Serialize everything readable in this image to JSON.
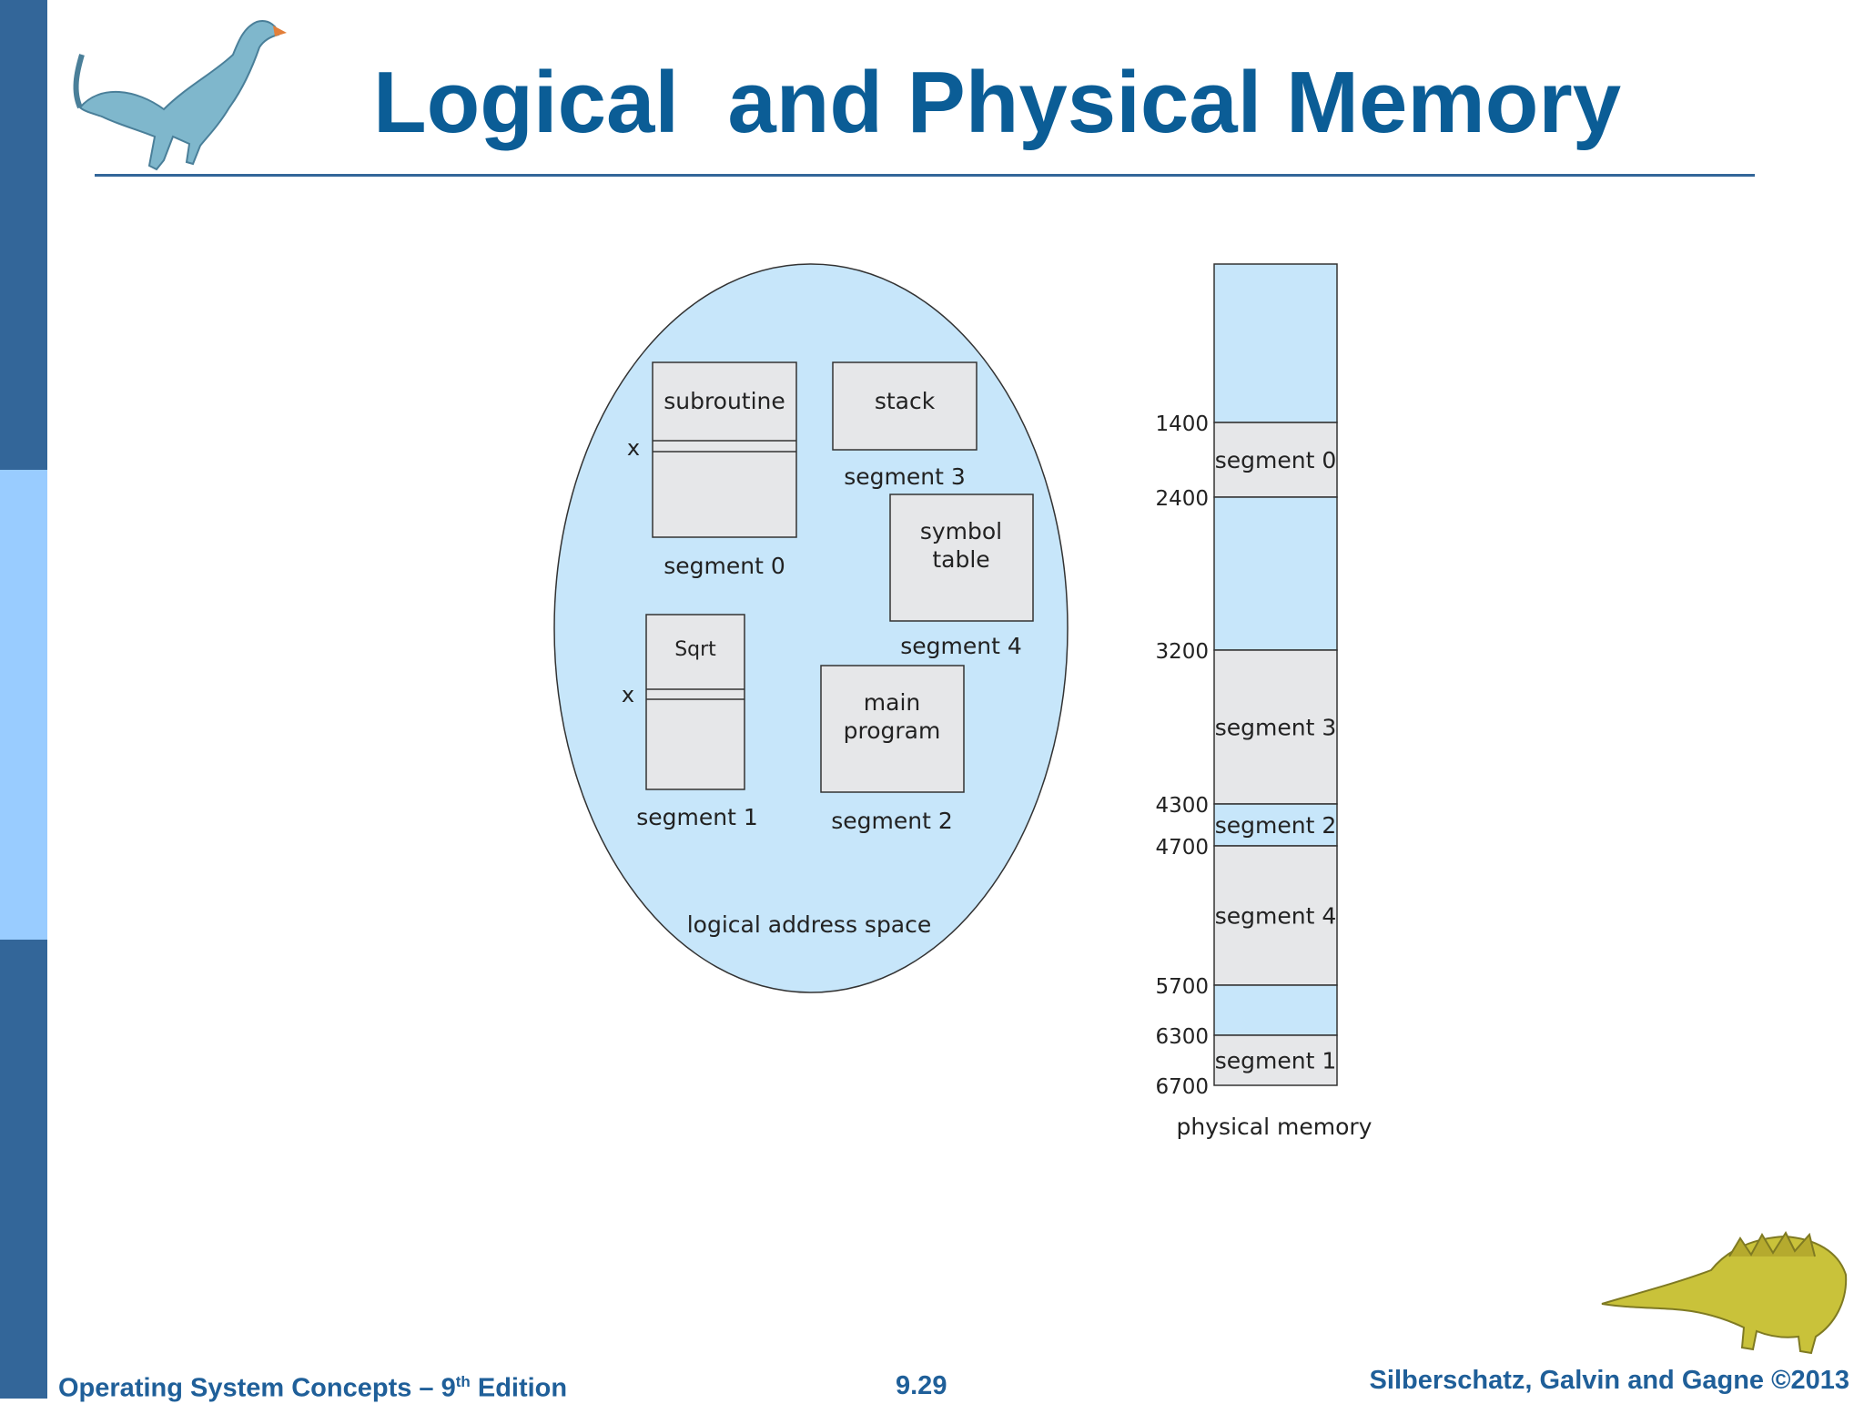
{
  "slide": {
    "title": "Logical  and Physical Memory",
    "footer_left_prefix": "Operating System Concepts – 9",
    "footer_left_sup": "th",
    "footer_left_suffix": " Edition",
    "page_number": "9.29",
    "copyright": "Silberschatz, Galvin and Gagne ©2013"
  },
  "logical": {
    "caption": "logical address space",
    "marker": "x",
    "segments": {
      "subroutine": {
        "label": "subroutine",
        "caption": "segment 0"
      },
      "stack": {
        "label": "stack",
        "caption": "segment 3"
      },
      "symbol_table": {
        "label_line1": "symbol",
        "label_line2": "table",
        "caption": "segment 4"
      },
      "sqrt": {
        "label": "Sqrt",
        "caption": "segment 1"
      },
      "main_program": {
        "label_line1": "main",
        "label_line2": "program",
        "caption": "segment 2"
      }
    }
  },
  "physical": {
    "caption": "physical memory",
    "addresses": [
      "1400",
      "2400",
      "3200",
      "4300",
      "4700",
      "5700",
      "6300",
      "6700"
    ],
    "blocks": [
      {
        "label": "",
        "start": 0,
        "end": 1400,
        "allocated": false
      },
      {
        "label": "segment 0",
        "start": 1400,
        "end": 2400,
        "allocated": true
      },
      {
        "label": "",
        "start": 2400,
        "end": 3200,
        "allocated": false
      },
      {
        "label": "segment 3",
        "start": 3200,
        "end": 4300,
        "allocated": true
      },
      {
        "label": "segment 2",
        "start": 4300,
        "end": 4700,
        "allocated": false
      },
      {
        "label": "segment 4",
        "start": 4700,
        "end": 5700,
        "allocated": true
      },
      {
        "label": "",
        "start": 5700,
        "end": 6300,
        "allocated": false
      },
      {
        "label": "segment 1",
        "start": 6300,
        "end": 6700,
        "allocated": true
      }
    ]
  },
  "colors": {
    "light_blue": "#c7e6fa",
    "gray": "#e6e7e9",
    "title_blue": "#0b5d96",
    "bar_dark": "#336699",
    "bar_light": "#99ccff"
  }
}
